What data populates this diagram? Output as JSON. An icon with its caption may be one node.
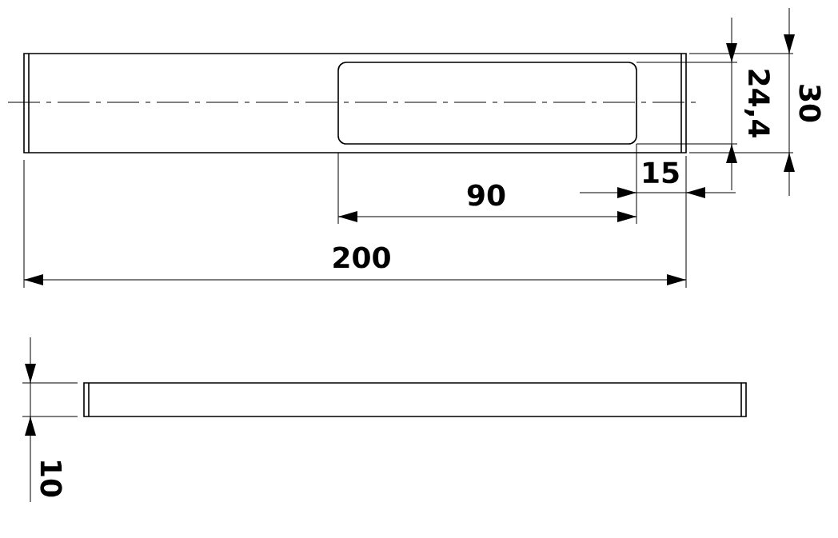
{
  "diagram": {
    "labels": [
      "24,4",
      "30",
      "15",
      "90",
      "200",
      "10"
    ]
  }
}
